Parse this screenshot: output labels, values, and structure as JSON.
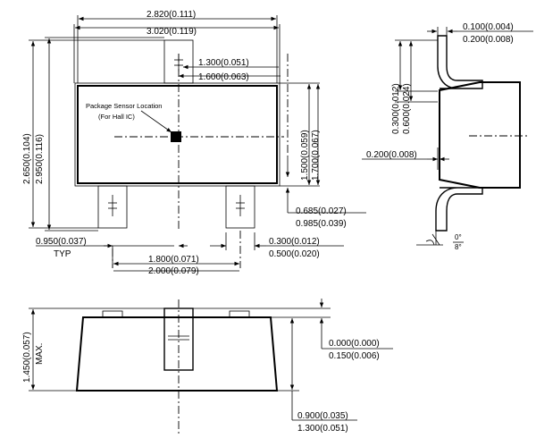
{
  "top_view": {
    "width_nom": "2.820(0.111)",
    "width_max": "3.020(0.119)",
    "sensor_x_nom": "1.300(0.051)",
    "sensor_x_max": "1.600(0.063)",
    "height_nom": "2.650(0.104)",
    "height_max": "2.950(0.116)",
    "body_h_nom": "1.500(0.059)",
    "body_h_max": "1.700(0.067)",
    "sensor_label": "Package Sensor Location",
    "sensor_sub": "(For Hall IC)",
    "lead_len_nom": "0.685(0.027)",
    "lead_len_max": "0.985(0.039)",
    "pitch": "0.950(0.037)",
    "pitch_typ": "TYP",
    "lead_w_nom": "0.300(0.012)",
    "lead_w_max": "0.500(0.020)",
    "span_nom": "1.800(0.071)",
    "span_max": "2.000(0.079)"
  },
  "side_view": {
    "lead_t_nom": "0.100(0.004)",
    "lead_t_max": "0.200(0.008)",
    "foot_nom": "0.300(0.012)",
    "foot_max": "0.600(0.024)",
    "standoff": "0.200(0.008)",
    "angle_min": "0°",
    "angle_max": "8°"
  },
  "front_view": {
    "height_max": "1.450(0.057)",
    "height_max_label": "MAX.",
    "standoff_min": "0.000(0.000)",
    "standoff_max": "0.150(0.006)",
    "body_nom": "0.900(0.035)",
    "body_max": "1.300(0.051)"
  }
}
